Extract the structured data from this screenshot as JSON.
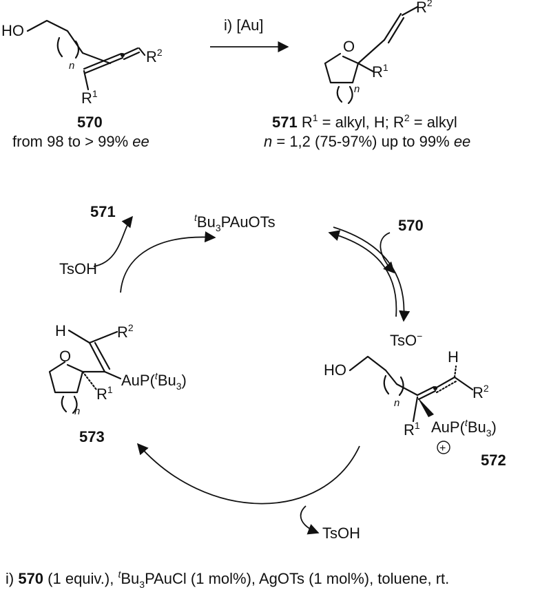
{
  "reaction": {
    "reagent_label": "i) [Au]",
    "start": {
      "number": "570",
      "ee_note_prefix": "from 98 to > 99% ",
      "ee_note_unit": "ee",
      "atoms": {
        "HO": "HO",
        "R2": "R",
        "R2_sup": "2",
        "R1": "R",
        "R1_sup": "1",
        "n": "n"
      }
    },
    "product": {
      "number": "571",
      "desc": " R",
      "desc_sup1": "1",
      "desc_mid": " = alkyl, H; R",
      "desc_sup2": "2",
      "desc_end": " = alkyl",
      "line2_n": "n",
      "line2_text": " = 1,2 (75-97%) up to 99% ",
      "line2_ee": "ee",
      "atoms": {
        "O": "O",
        "R1": "R",
        "R1_sup": "1",
        "R2": "R",
        "R2_sup": "2",
        "n": "n"
      }
    }
  },
  "cycle": {
    "catalyst": {
      "sup": "t",
      "main": "Bu",
      "sub": "3",
      "rest": "PAuOTs"
    },
    "in_570": "570",
    "out_571": "571",
    "tsoh_left": "TsOH",
    "tsoh_bottom": "TsOH",
    "intermediate_572": {
      "number": "572",
      "counterion": "TsO",
      "counterion_sup": "−",
      "HO": "HO",
      "H": "H",
      "n": "n",
      "R1": "R",
      "R1_sup": "1",
      "R2": "R",
      "R2_sup": "2",
      "Au_pre": "AuP(",
      "Au_sup": "t",
      "Au_bu": "Bu",
      "Au_sub": "3",
      "Au_post": ")",
      "charge": "+"
    },
    "intermediate_573": {
      "number": "573",
      "H": "H",
      "O": "O",
      "n": "n",
      "R1": "R",
      "R1_sup": "1",
      "R2": "R",
      "R2_sup": "2",
      "Au_pre": "AuP(",
      "Au_sup": "t",
      "Au_bu": "Bu",
      "Au_sub": "3",
      "Au_post": ")"
    }
  },
  "conditions": {
    "prefix": "i) ",
    "sm": "570",
    "sm_amt": " (1 equiv.), ",
    "cat_sup": "t",
    "cat": "Bu",
    "cat_sub": "3",
    "cat_rest": "PAuCl (1 mol%), AgOTs (1 mol%), toluene, rt."
  }
}
